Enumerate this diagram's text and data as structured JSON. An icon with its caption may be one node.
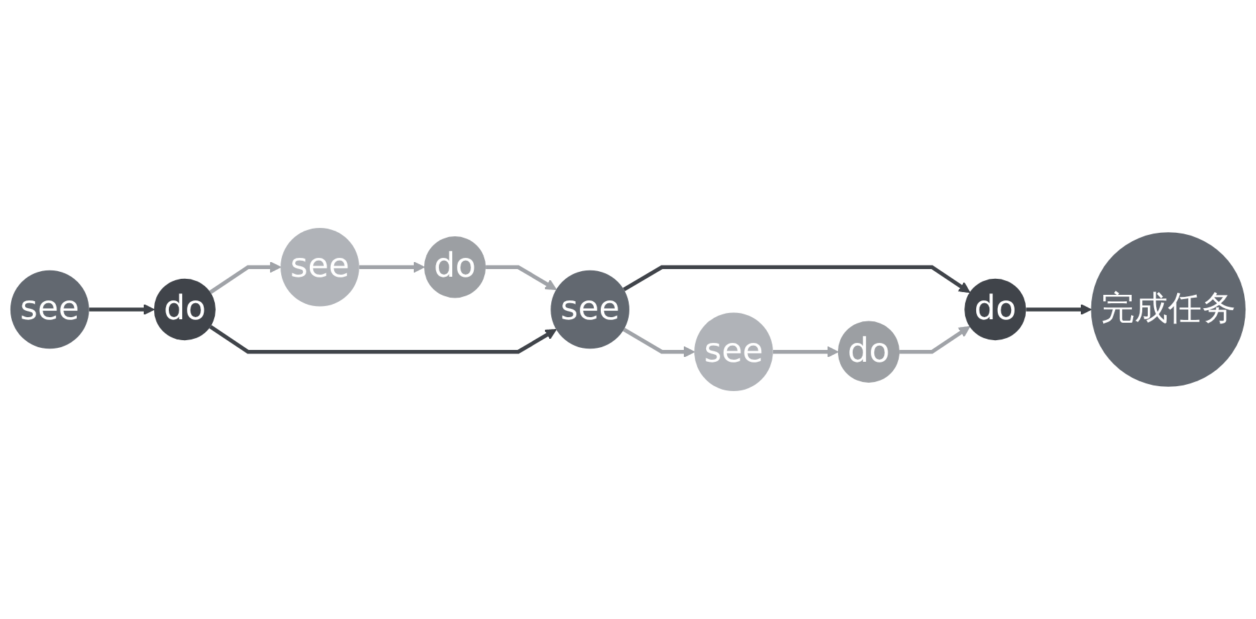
{
  "diagram": {
    "nodes": [
      {
        "text": [
          "see"
        ]
      },
      {
        "text": [
          "do"
        ]
      },
      {
        "text": [
          "see"
        ]
      },
      {
        "text": [
          "do"
        ]
      },
      {
        "text": [
          "see"
        ]
      },
      {
        "text": [
          "do"
        ]
      },
      {
        "text": [
          "完成任务"
        ]
      },
      {
        "text": [
          "see"
        ]
      },
      {
        "text": [
          "do"
        ]
      }
    ],
    "edges": [
      {
        "from": 2,
        "to": 3,
        "arrow": "to",
        "color": "#40444a"
      },
      {
        "from": 3,
        "to": 0,
        "arrow": "to"
      },
      {
        "from": 0,
        "to": 1,
        "arrow": "to"
      },
      {
        "from": 1,
        "to": 4,
        "arrow": "to"
      },
      {
        "from": 3,
        "to": 4,
        "arrow": "to",
        "color": "#40444a"
      },
      {
        "from": 4,
        "to": 5,
        "arrow": "to",
        "color": "#40444a"
      },
      {
        "from": 5,
        "to": 6,
        "arrow": "to",
        "color": "#40444a"
      },
      {
        "from": 4,
        "to": 7,
        "arrow": "to"
      },
      {
        "from": 7,
        "to": 8,
        "arrow": "to"
      },
      {
        "from": 8,
        "to": 5,
        "arrow": "to"
      }
    ]
  }
}
